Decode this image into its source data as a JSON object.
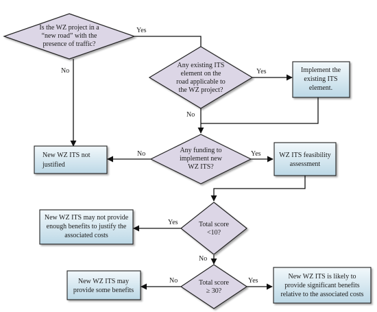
{
  "diagram": {
    "decisions": {
      "new_road": [
        "Is the WZ project in a",
        "“new road” with the",
        "presence of traffic?"
      ],
      "existing_its": [
        "Any existing ITS",
        "element on the",
        "road applicable to",
        "the WZ project?"
      ],
      "funding": [
        "Any funding to",
        "implement new",
        "WZ ITS?"
      ],
      "score_lt10": [
        "Total score",
        "<10?"
      ],
      "score_ge30": [
        "Total score",
        "≥ 30?"
      ]
    },
    "processes": {
      "implement_existing": [
        "Implement the",
        "existing ITS",
        "element."
      ],
      "not_justified": [
        "New WZ ITS not",
        "justified"
      ],
      "feasibility": [
        "WZ ITS feasibility",
        "assessment"
      ],
      "not_enough": [
        "New WZ ITS may not provide",
        "enough benefits to justify the",
        "associated costs"
      ],
      "some_benefits": [
        "New WZ ITS may",
        "provide some benefits"
      ],
      "significant": [
        "New WZ ITS is likely to",
        "provide significant benefits",
        "relative to the associated costs"
      ]
    },
    "edges": {
      "yes": "Yes",
      "no": "No"
    },
    "colors": {
      "diamond_fill": "#dcd6e6",
      "box_fill_top": "#f2f8fb",
      "box_fill_bottom": "#bcd8e6",
      "stroke": "#222222"
    }
  }
}
